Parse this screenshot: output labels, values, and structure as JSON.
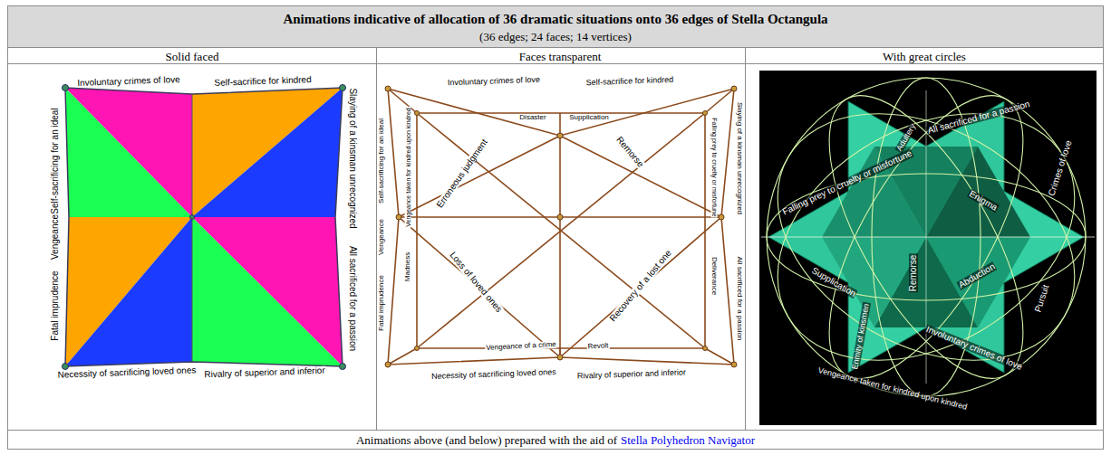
{
  "diagram": {
    "title": "Animations indicative of allocation of 36 dramatic situations onto 36 edges of Stella Octangula",
    "caption": "Animations above (and below) prepared with the aid of",
    "labels": [
      "(36 edges; 24 faces; 14 vertices)",
      "Solid faced",
      "Faces transparent",
      "With great circles",
      "Involuntary crimes of love",
      "Self-sacrifice for kindred",
      "Slaying of a kinsman unrecognized",
      "All sacrificed for a passion",
      "Necessity of sacrificing loved ones",
      "Rivalry of superior and inferior",
      "Self-sacrificing for an ideal",
      "Vengeance",
      "Fatal imprudence",
      "Involuntary crimes of love",
      "Self-sacrifice for kindred",
      "Disaster",
      "Supplication",
      "Erroneous judgment",
      "Remorse",
      "Loss of loved ones",
      "Recovery of a lost one",
      "Vengeance of a crime",
      "Revolt",
      "Necessity of sacrificing loved ones",
      "Rivalry of superior and inferior",
      "Self-sacrificing for an ideal",
      "Vengeance",
      "Fatal imprudence",
      "Vengeance taken for kindred upon kindred",
      "Madness",
      "Slaying of a kinsman unrecognized",
      "All sacrificed for a passion",
      "Falling prey to cruelty or misfortune",
      "Deliverance",
      "Falling prey to cruelty or misfortune",
      "Adultery",
      "All sacrificed for a passion",
      "Crimes of love",
      "Enigma",
      "Remorse",
      "Abduction",
      "Supplication",
      "Pursuit",
      "Enmity of kinsmen",
      "Involuntary crimes of love",
      "Vengeance taken for kindred upon kindred",
      "Stella Polyhedron Navigator"
    ]
  }
}
